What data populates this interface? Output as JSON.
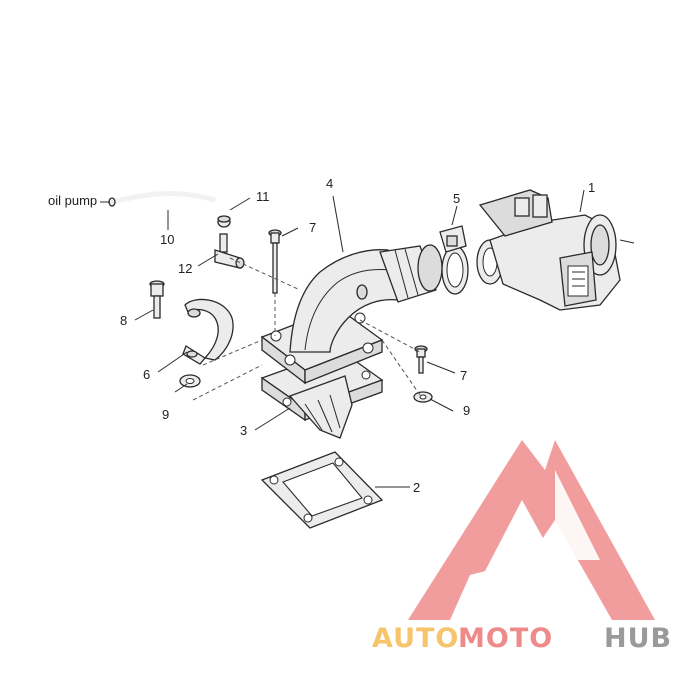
{
  "labels": {
    "oil_pump": "oil pump",
    "n1": "1",
    "n2": "2",
    "n3": "3",
    "n4": "4",
    "n5": "5",
    "n6": "6",
    "n7a": "7",
    "n7b": "7",
    "n8": "8",
    "n9a": "9",
    "n9b": "9",
    "n10": "10",
    "n11": "11",
    "n12": "12"
  },
  "watermark": {
    "part1": "AUTO",
    "part2": "MOTO",
    "part3": "HUB",
    "colors": {
      "logo": "#f08c8c",
      "auto": "#f5c46b",
      "moto": "#ee8a8a",
      "hub": "#9a9a9a"
    }
  }
}
